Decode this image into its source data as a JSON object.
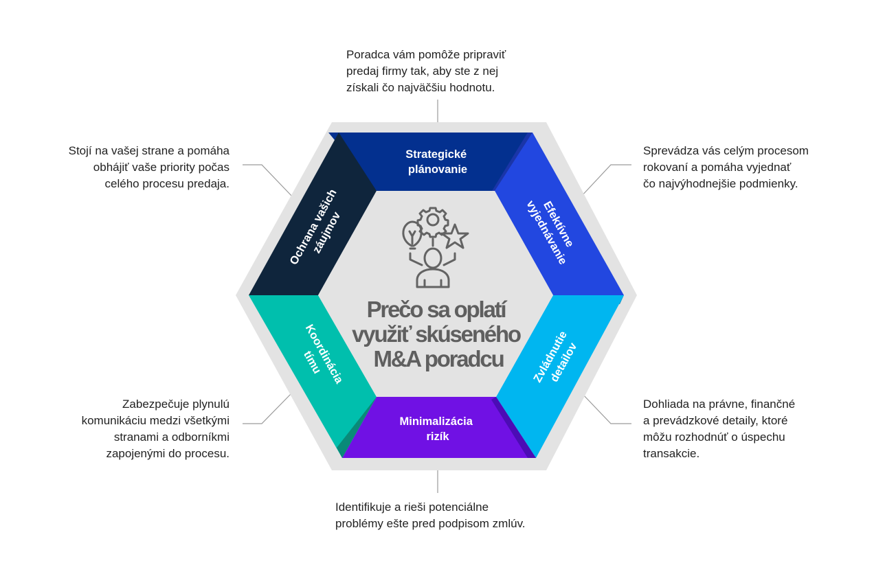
{
  "center": {
    "title_lines": [
      "Prečo sa oplatí",
      "využiť skúseného",
      "M&A poradcu"
    ],
    "icon": "person-ideas-icon"
  },
  "colors": {
    "outer_frame": "#e3e3e3",
    "inner_core": "#e3e3e3",
    "connector": "#9a9a9a",
    "icon_stroke": "#636363",
    "title": "#5f5f5f"
  },
  "segments": [
    {
      "id": "strategic-planning",
      "label_lines": [
        "Strategické",
        "plánovanie"
      ],
      "color": "#03308f",
      "position": "top",
      "description": "Poradca vám pomôže pripraviť\npredaj firmy tak, aby ste z nej\nzískali čo najväčšiu hodnotu."
    },
    {
      "id": "effective-negotiation",
      "label_lines": [
        "Efektívne",
        "vyjednávanie"
      ],
      "color": "#2247e0",
      "position": "upper-right",
      "description": "Sprevádza vás celým procesom\nrokovaní a pomáha vyjednať\nčo najvýhodnejšie podmienky."
    },
    {
      "id": "handling-details",
      "label_lines": [
        "Zvládnutie",
        "detailov"
      ],
      "color": "#00b6f0",
      "position": "lower-right",
      "description": "Dohliada na právne, finančné\na prevádzkové detaily, ktoré\nmôžu rozhodnúť o úspechu\ntransakcie."
    },
    {
      "id": "risk-minimization",
      "label_lines": [
        "Minimalizácia",
        "rizík"
      ],
      "color": "#7011e4",
      "position": "bottom",
      "description": "Identifikuje a rieši potenciálne\nproblémy ešte pred podpisom zmlúv."
    },
    {
      "id": "team-coordination",
      "label_lines": [
        "Koordinácia",
        "tímu"
      ],
      "color": "#00bfad",
      "position": "lower-left",
      "description": "Zabezpečuje plynulú\nkomunikáciu medzi všetkými\nstranami a odborníkmi\nzapojenými do procesu."
    },
    {
      "id": "protecting-interests",
      "label_lines": [
        "Ochrana vašich",
        "záujmov"
      ],
      "color": "#0f253c",
      "position": "upper-left",
      "description": "Stojí na vašej strane a pomáha\nobhájiť vaše priority počas\ncelého procesu predaja."
    }
  ]
}
